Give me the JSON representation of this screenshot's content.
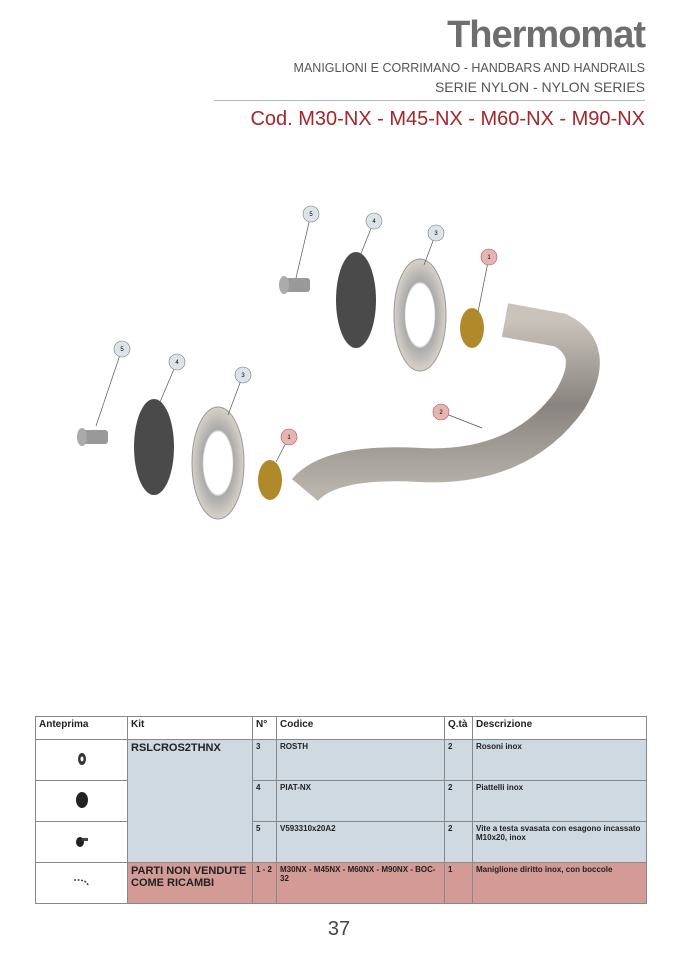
{
  "header": {
    "logo": "Thermomat",
    "line1": "MANIGLIONI E CORRIMANO - HANDBARS AND HANDRAILS",
    "line2": "SERIE NYLON - NYLON SERIES",
    "code": "Cod. M30-NX - M45-NX - M60-NX - M90-NX"
  },
  "callouts": [
    "5",
    "4",
    "3",
    "1",
    "5",
    "4",
    "3",
    "1",
    "2"
  ],
  "table": {
    "headers": [
      "Anteprima",
      "Kit",
      "N°",
      "Codice",
      "Q.tà",
      "Descrizione"
    ],
    "kit1": "RSLCROS2THNX",
    "rows": [
      {
        "n": "3",
        "code": "ROSTH",
        "qty": "2",
        "desc": "Rosoni inox"
      },
      {
        "n": "4",
        "code": "PIAT-NX",
        "qty": "2",
        "desc": "Piattelli inox"
      },
      {
        "n": "5",
        "code": "V593310x20A2",
        "qty": "2",
        "desc": "Vite a testa svasata con esagono incassato M10x20, inox"
      }
    ],
    "last": {
      "kit": "PARTI NON VENDUTE COME RICAMBI",
      "n": "1 - 2",
      "code": "M30NX - M45NX - M60NX - M90NX - BOC-32",
      "qty": "1",
      "desc": "Maniglione diritto inox, con boccole"
    }
  },
  "page_number": "37",
  "colors": {
    "accent": "#a3262b",
    "kit_bg": "#cfd9e2",
    "not_sold_bg": "#d49a96"
  }
}
